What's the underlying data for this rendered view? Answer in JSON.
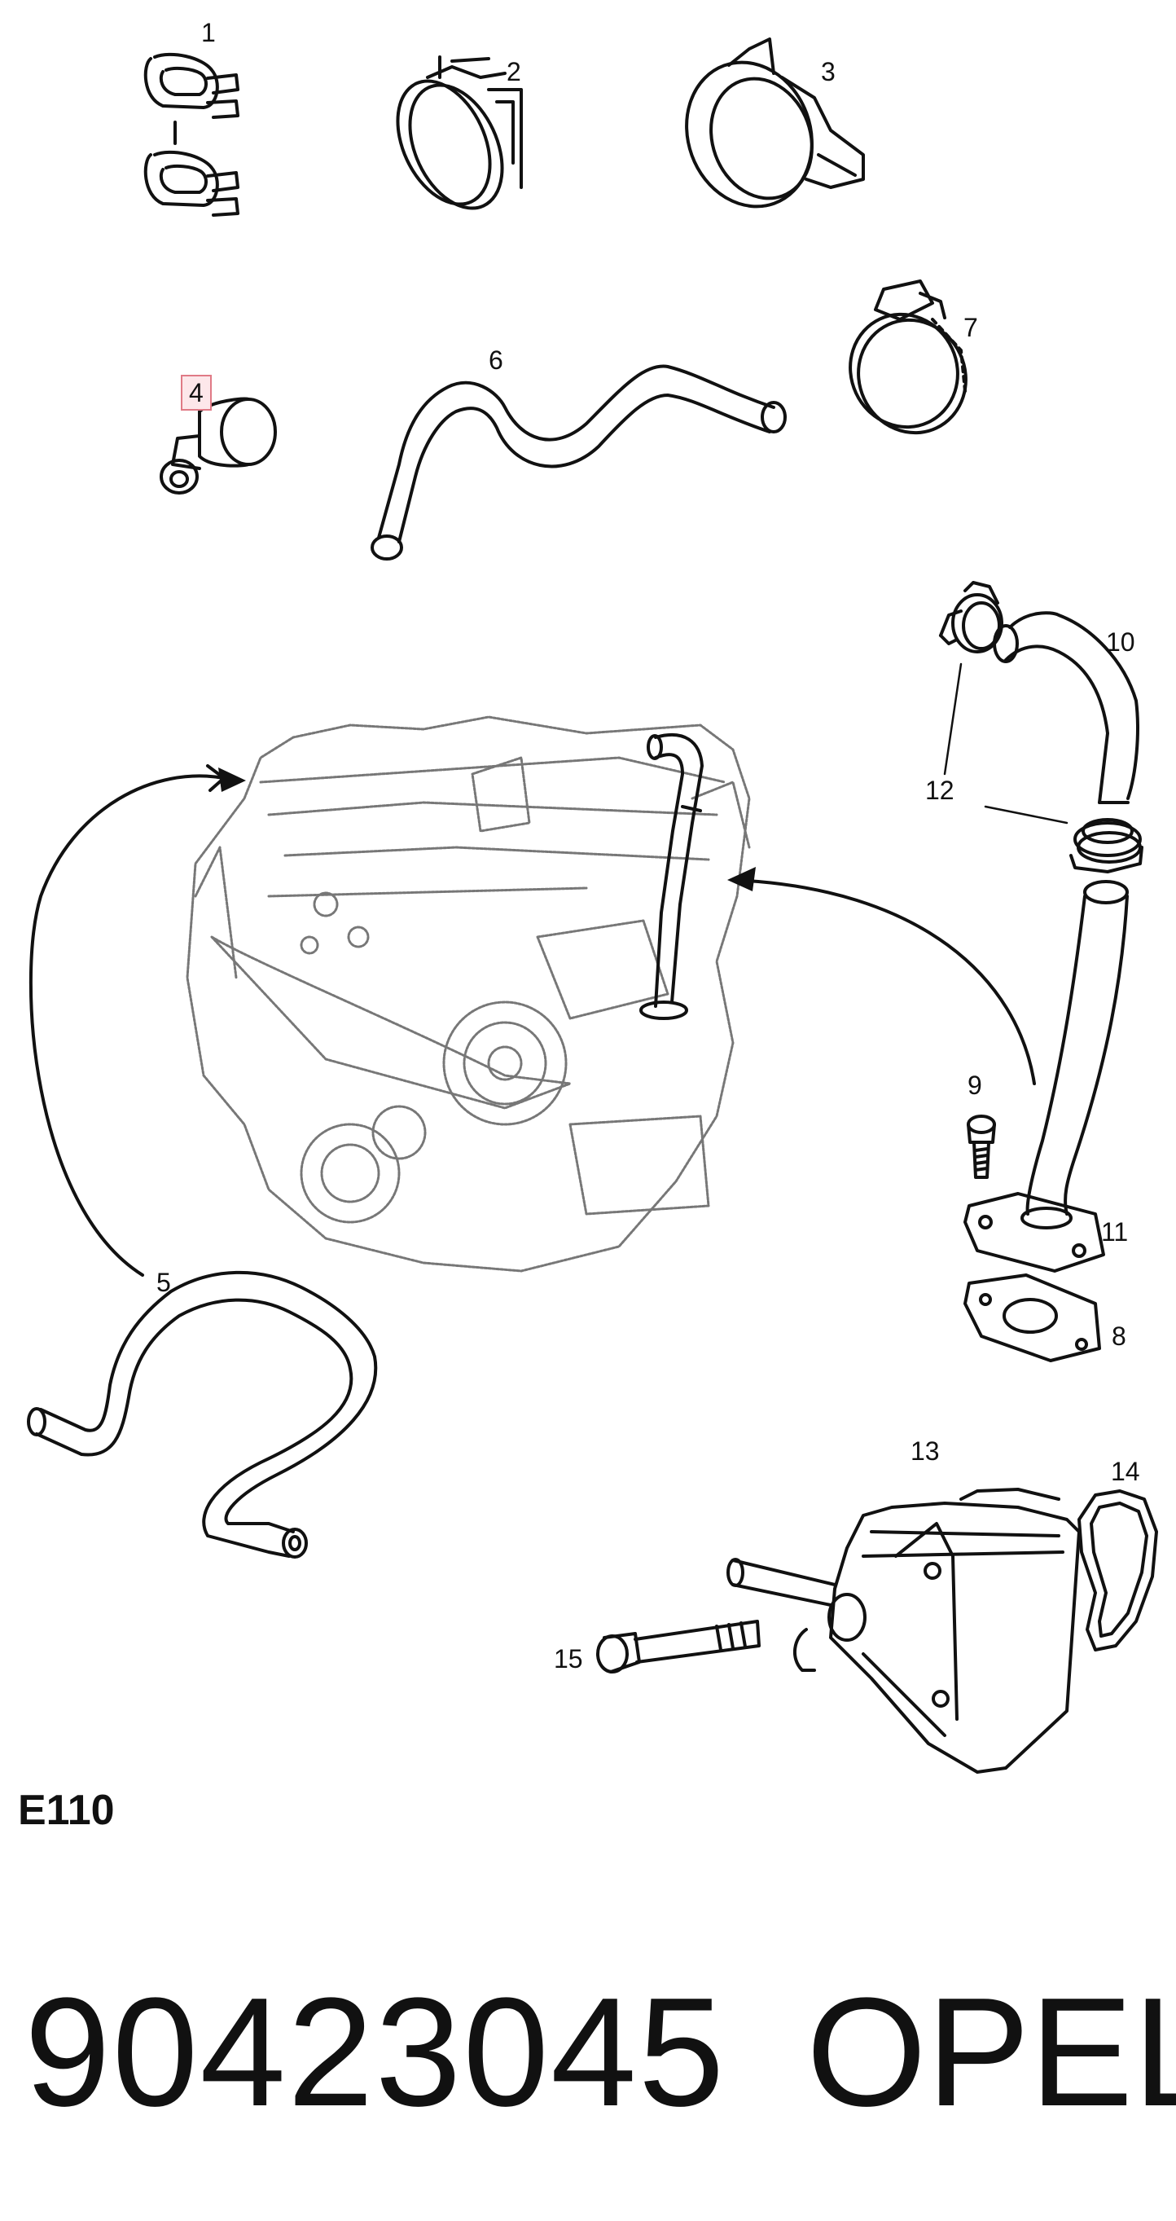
{
  "callouts": {
    "c1": "1",
    "c2": "2",
    "c3": "3",
    "c4": "4",
    "c5": "5",
    "c6": "6",
    "c7": "7",
    "c8": "8",
    "c9": "9",
    "c10": "10",
    "c11": "11",
    "c12": "12",
    "c13": "13",
    "c14": "14",
    "c15": "15"
  },
  "highlighted_callout": "4",
  "diagram_code": "E110",
  "part_number": "90423045",
  "brand": "OPEL",
  "colors": {
    "line": "#111111",
    "highlight_border": "#e07a86",
    "highlight_fill": "#fde7ea",
    "engine_shade": "#777777"
  }
}
